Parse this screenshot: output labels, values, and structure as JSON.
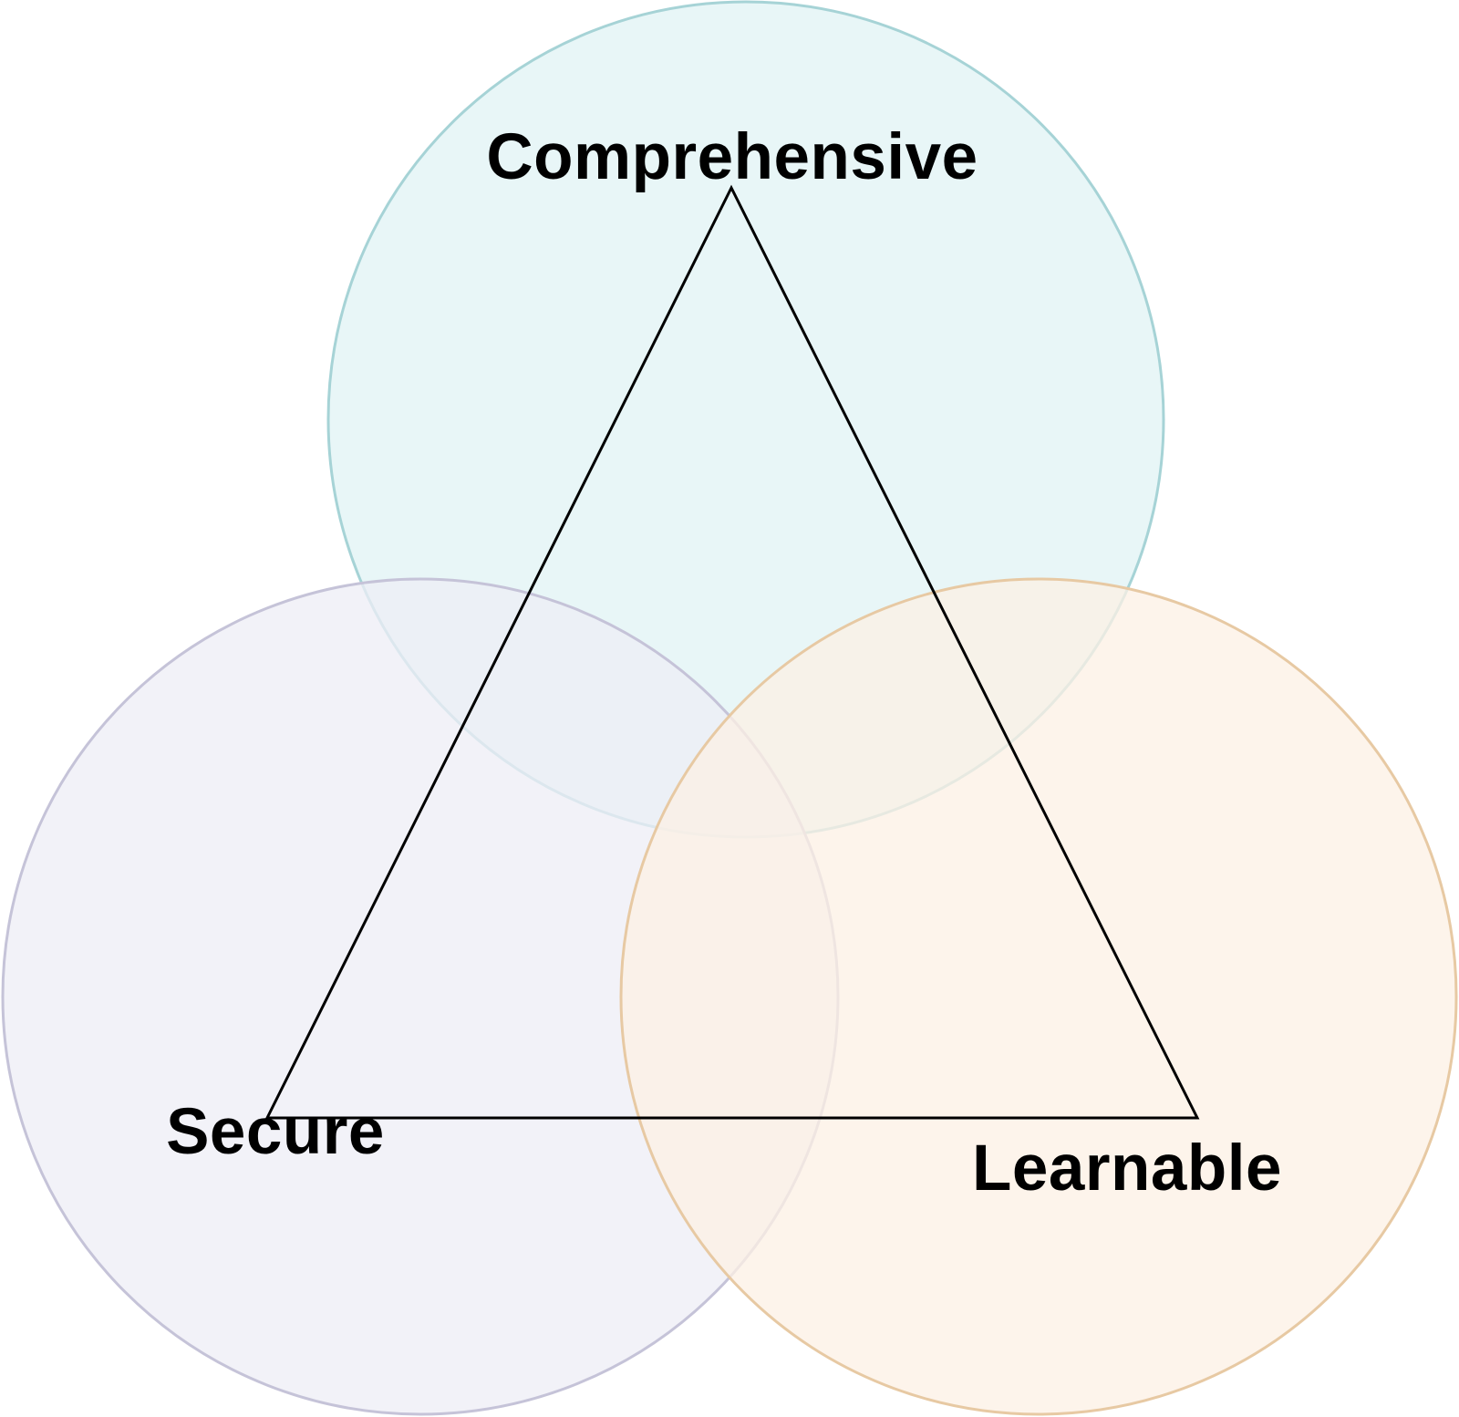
{
  "diagram": {
    "labels": {
      "top": "Comprehensive",
      "left": "Secure",
      "right": "Learnable"
    },
    "colors": {
      "top_fill": "#e4f5f6",
      "top_stroke": "#a6d3d6",
      "left_fill": "#eeeef5",
      "left_stroke": "#c5c3d8",
      "right_fill": "#fcf0e4",
      "right_stroke": "#e7c9a3",
      "triangle_stroke": "#000000"
    },
    "overlap": "three-way"
  }
}
